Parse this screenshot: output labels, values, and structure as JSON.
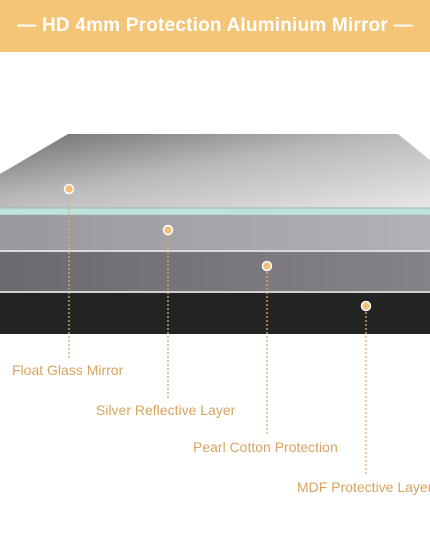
{
  "banner": {
    "title": "— HD 4mm Protection Aluminium Mirror —"
  },
  "layers": [
    {
      "label": "Float Glass Mirror"
    },
    {
      "label": "Silver Reflective Layer"
    },
    {
      "label": "Pearl Cotton Protection"
    },
    {
      "label": "MDF Protective Layer"
    }
  ],
  "colors": {
    "banner_bg": "#f5c577",
    "banner_text": "#ffffff",
    "label_text": "#d9a35f",
    "marker_fill": "#f2c07a",
    "leader_line": "#e0a96a",
    "glass_edge": "#bfe3dc",
    "silver_layer": "#a6a4a8",
    "pearl_layer": "#757377",
    "mdf_layer": "#232323"
  }
}
